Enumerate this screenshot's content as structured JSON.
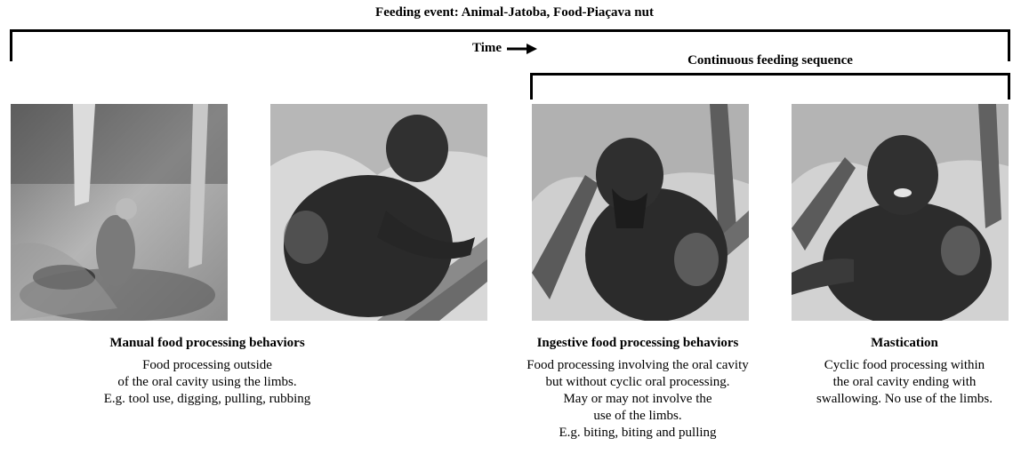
{
  "title": "Feeding event: Animal-Jatoba, Food-Piaçava nut",
  "time_label": "Time",
  "continuous_label": "Continuous feeding sequence",
  "photos": [
    {
      "name": "photo-monkey-ground"
    },
    {
      "name": "photo-monkey-branch-hands"
    },
    {
      "name": "photo-monkey-biting"
    },
    {
      "name": "photo-monkey-chewing"
    }
  ],
  "categories": [
    {
      "heading": "Manual food processing behaviors",
      "lines": [
        "Food processing outside",
        "of the oral cavity using the limbs.",
        "E.g. tool use, digging, pulling, rubbing"
      ]
    },
    {
      "heading": "Ingestive food processing behaviors",
      "lines": [
        "Food processing involving the oral cavity",
        "but without cyclic oral processing.",
        "May or may not involve the",
        "use of the limbs.",
        "E.g. biting, biting and pulling"
      ]
    },
    {
      "heading": "Mastication",
      "lines": [
        "Cyclic food processing within",
        "the oral cavity ending with",
        "swallowing. No use of the limbs."
      ]
    }
  ]
}
